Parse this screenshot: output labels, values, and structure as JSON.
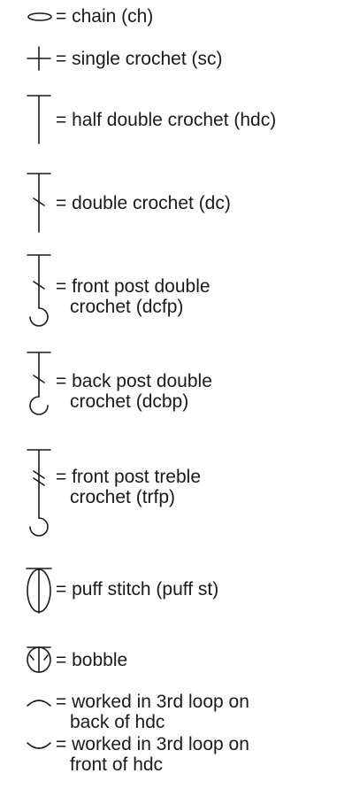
{
  "legend": {
    "items": [
      {
        "symbol": "chain-icon",
        "text": "= chain (ch)"
      },
      {
        "symbol": "single-crochet-icon",
        "text": "= single crochet (sc)"
      },
      {
        "symbol": "half-double-crochet-icon",
        "text": "= half double crochet (hdc)"
      },
      {
        "symbol": "double-crochet-icon",
        "text": "= double crochet (dc)"
      },
      {
        "symbol": "front-post-double-crochet-icon",
        "text": "= front post double",
        "text2": "crochet (dcfp)"
      },
      {
        "symbol": "back-post-double-crochet-icon",
        "text": "= back post double",
        "text2": "crochet (dcbp)"
      },
      {
        "symbol": "front-post-treble-crochet-icon",
        "text": "= front post treble",
        "text2": "crochet (trfp)"
      },
      {
        "symbol": "puff-stitch-icon",
        "text": "= puff stitch (puff st)"
      },
      {
        "symbol": "bobble-icon",
        "text": "= bobble"
      },
      {
        "symbol": "back-loop-arc-icon",
        "text": "= worked in 3rd loop on",
        "text2": "back of hdc"
      },
      {
        "symbol": "front-loop-arc-icon",
        "text": "= worked in 3rd loop on",
        "text2": "front of hdc"
      }
    ]
  }
}
